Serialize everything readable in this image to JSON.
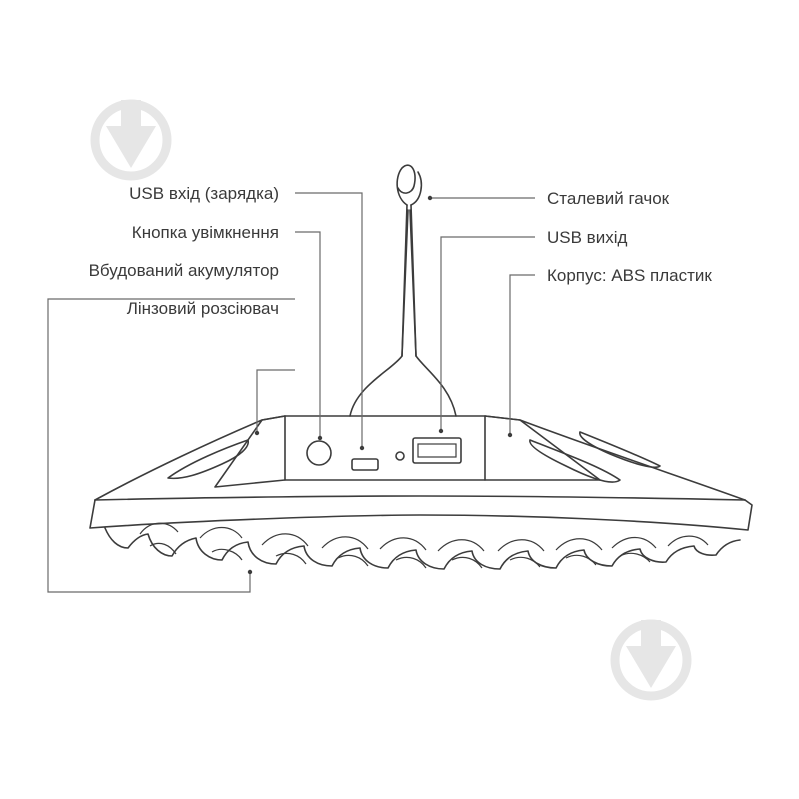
{
  "labels": {
    "usb_input": "USB вхід (зарядка)",
    "power_button": "Кнопка увімкнення",
    "battery": "Вбудований акумулятор",
    "lens_diffuser": "Лінзовий розсіювач",
    "steel_hook": "Сталевий гачок",
    "usb_output": "USB вихід",
    "housing": "Корпус: ABS пластик"
  },
  "watermark": {
    "icon": "placeholder-drop-icon"
  }
}
